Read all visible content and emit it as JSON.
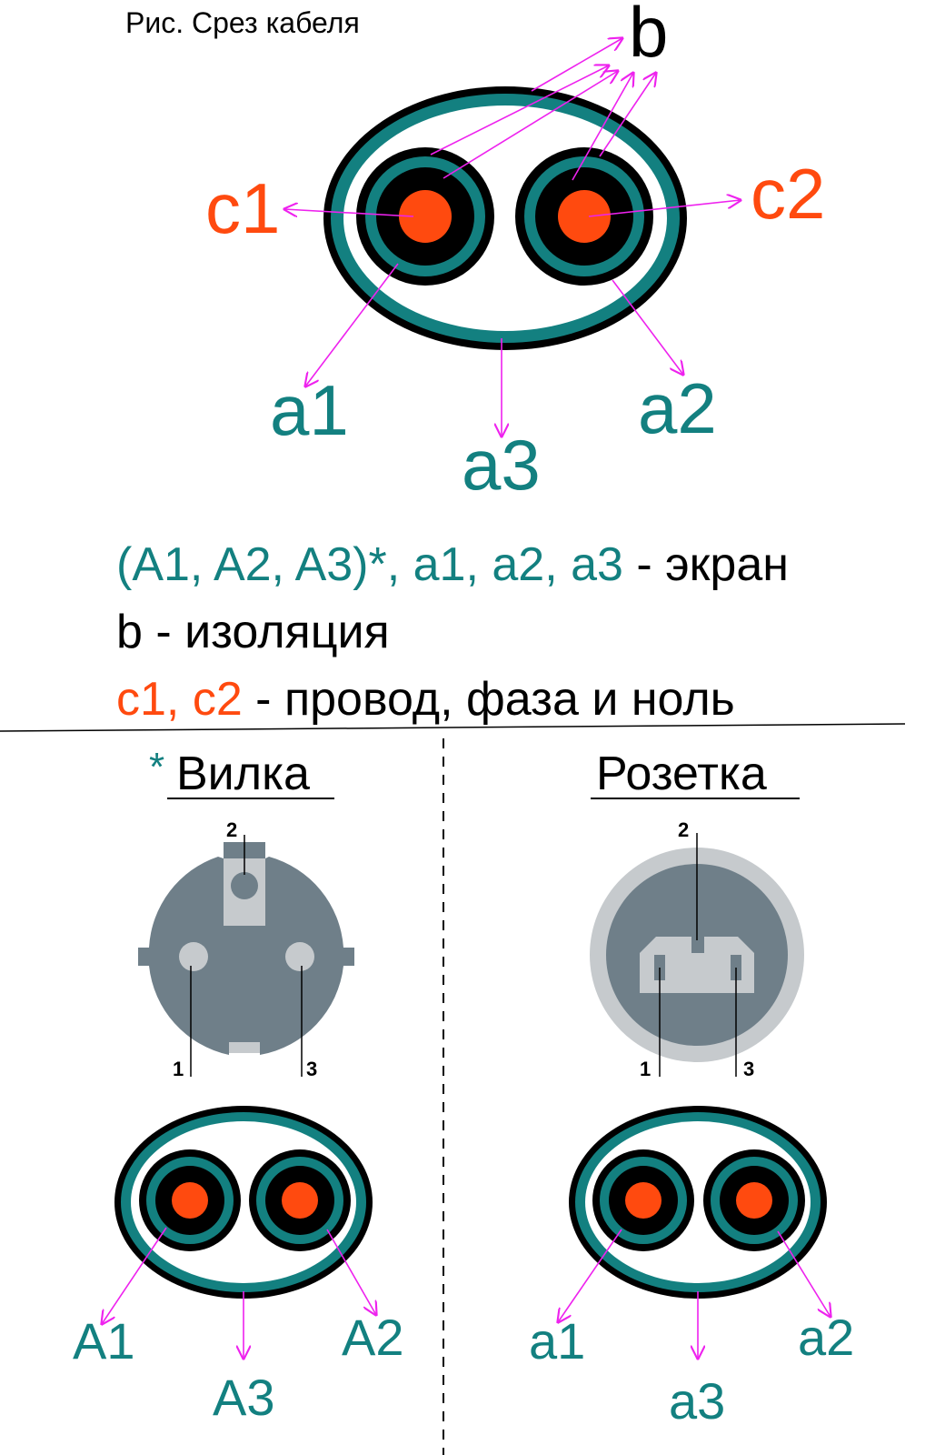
{
  "caption": "Рис. Срез кабеля",
  "labels": {
    "b": "b",
    "c1": "c1",
    "c2": "c2",
    "a1": "a1",
    "a2": "a2",
    "a3": "a3"
  },
  "legend": {
    "line1_teal": "(A1, A2, A3)*, a1, a2, a3",
    "line1_black": " - экран",
    "line2": "b - изоляция",
    "line3_orange": "c1, c2",
    "line3_black": " - провод, фаза и ноль"
  },
  "plug": {
    "asterisk": "*",
    "title": "Вилка",
    "pin1": "1",
    "pin2": "2",
    "pin3": "3",
    "cable_labels": {
      "left": "A1",
      "middle": "A3",
      "right": "A2"
    }
  },
  "socket": {
    "title": "Розетка",
    "pin1": "1",
    "pin2": "2",
    "pin3": "3",
    "cable_labels": {
      "left": "a1",
      "middle": "a3",
      "right": "a2"
    }
  },
  "colors": {
    "teal": "#138080",
    "orange": "#ff4a0f",
    "black": "#000000",
    "arrow": "#ee22ee",
    "plug_gray": "#6f7f89",
    "light_gray": "#c6cacd"
  }
}
